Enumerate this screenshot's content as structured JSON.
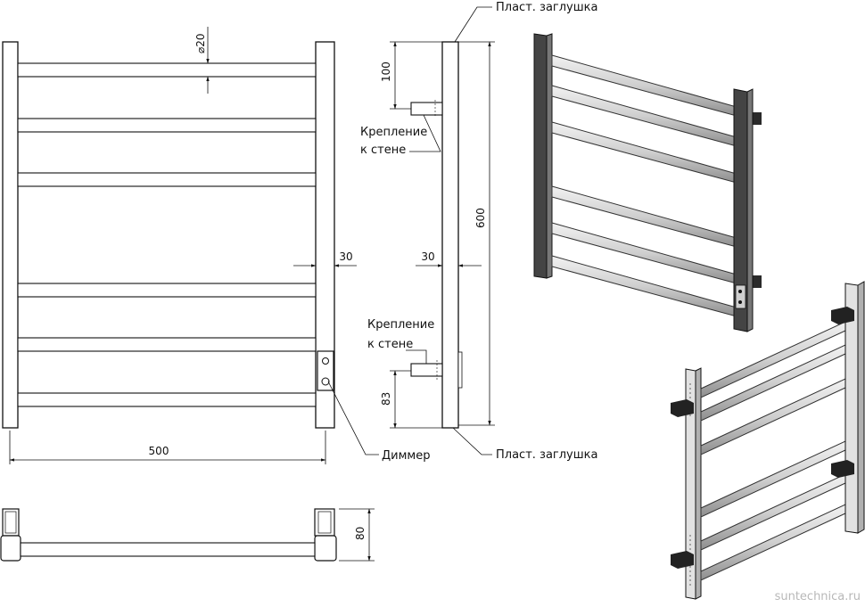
{
  "dimensions": {
    "pipe_diameter": "⌀20",
    "width": "500",
    "side_depth": "30",
    "front_depth": "30",
    "top_offset": "100",
    "height": "600",
    "bottom_offset": "83",
    "bottom_depth": "80"
  },
  "labels": {
    "plug_top": "Пласт. заглушка",
    "plug_bottom": "Пласт. заглушка",
    "wall_mount_1_line1": "Крепление",
    "wall_mount_1_line2": "к стене",
    "wall_mount_2_line1": "Крепление",
    "wall_mount_2_line2": "к стене",
    "dimmer": "Диммер"
  },
  "watermark": "suntechnica.ru",
  "colors": {
    "line": "#111111",
    "frame_dark": "#3a3a3a",
    "bar_light": "#dcdcdc",
    "watermark": "#b8b8b8"
  }
}
